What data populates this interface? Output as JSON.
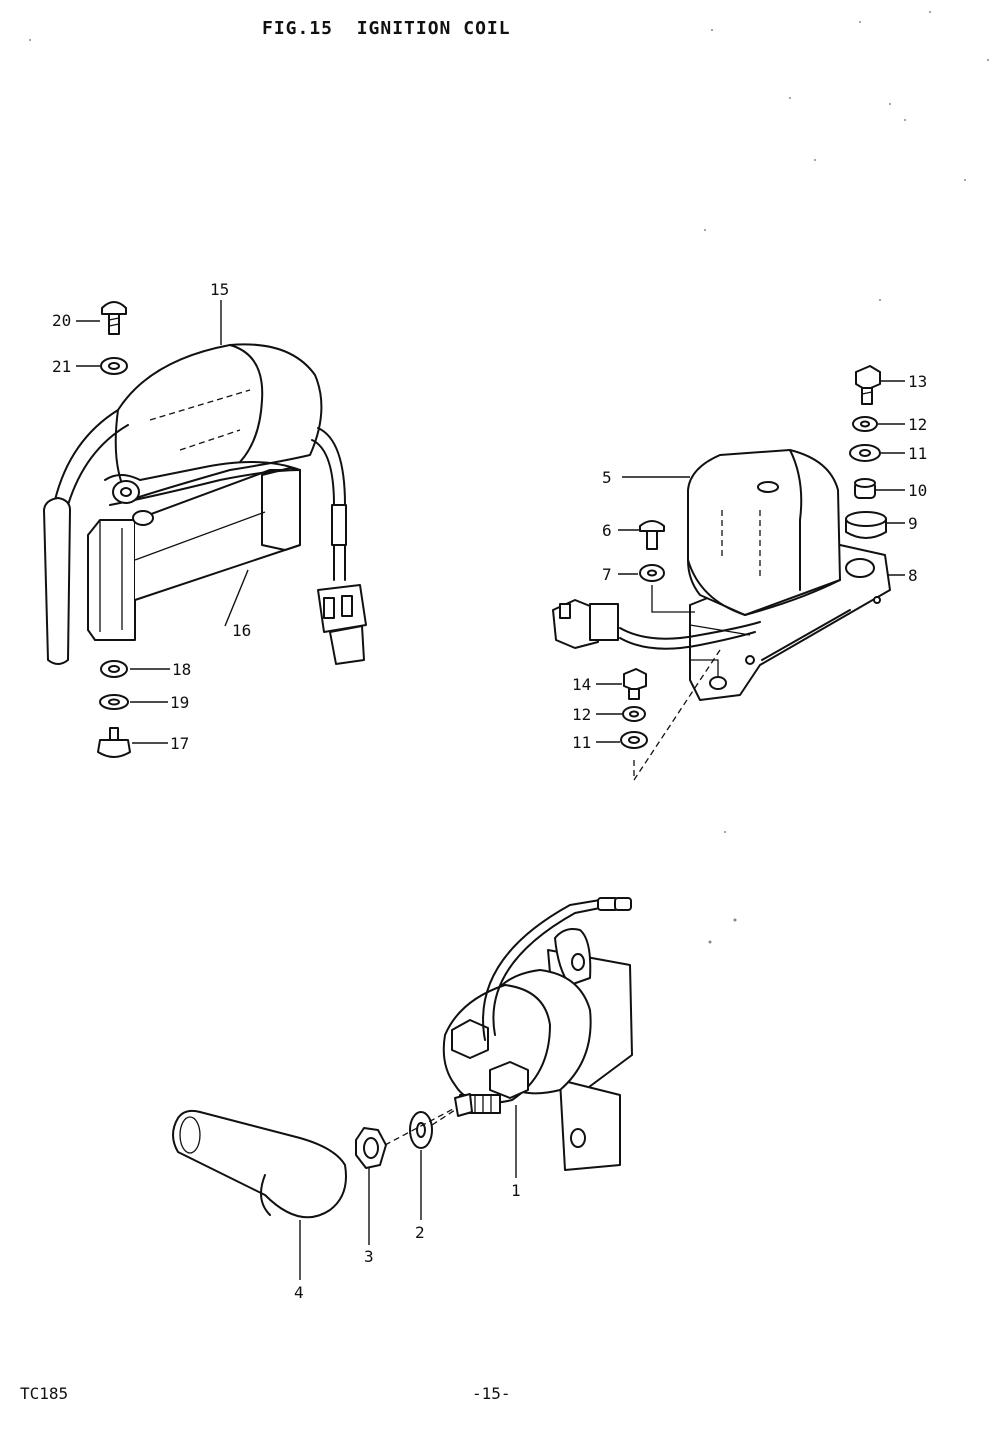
{
  "title": "FIG.15  IGNITION COIL",
  "footer": {
    "model": "TC185",
    "page": "-15-"
  },
  "labels": {
    "p1": "1",
    "p2": "2",
    "p3": "3",
    "p4": "4",
    "p5": "5",
    "p6": "6",
    "p7": "7",
    "p8": "8",
    "p9": "9",
    "p10": "10",
    "p11a": "11",
    "p11b": "11",
    "p12a": "12",
    "p12b": "12",
    "p13": "13",
    "p14": "14",
    "p15": "15",
    "p16": "16",
    "p17": "17",
    "p18": "18",
    "p19": "19",
    "p20": "20",
    "p21": "21"
  }
}
